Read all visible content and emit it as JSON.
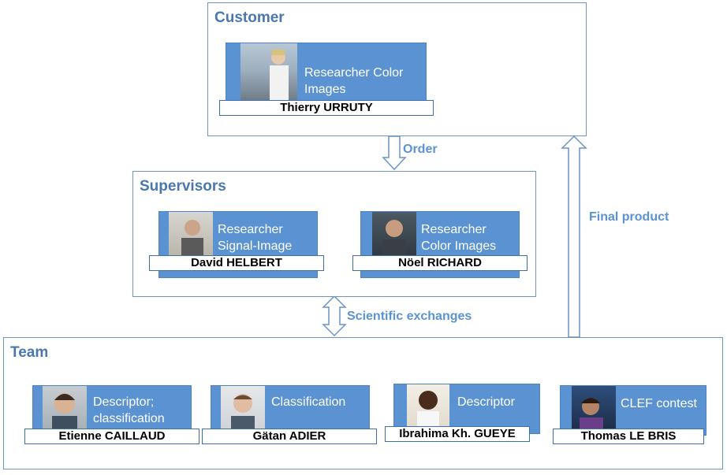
{
  "groups": {
    "customer": {
      "title": "Customer",
      "member": {
        "role_line1": "Researcher Color",
        "role_line2": "Images",
        "name": "Thierry URRUTY"
      }
    },
    "supervisors": {
      "title": "Supervisors",
      "members": [
        {
          "role_line1": "Researcher",
          "role_line2": "Signal-Image",
          "name": "David HELBERT"
        },
        {
          "role_line1": "Researcher",
          "role_line2": "Color Images",
          "name": "Nöel RICHARD"
        }
      ]
    },
    "team": {
      "title": "Team",
      "members": [
        {
          "role_line1": "Descriptor;",
          "role_line2": "classification",
          "name": "Etienne CAILLAUD"
        },
        {
          "role_line1": "",
          "role_line2": "Classification",
          "name": "Gätan ADIER"
        },
        {
          "role_line1": "",
          "role_line2": "Descriptor",
          "name": "Ibrahima Kh. GUEYE"
        },
        {
          "role_line1": "",
          "role_line2": "CLEF contest",
          "name": "Thomas LE BRIS"
        }
      ]
    }
  },
  "edges": {
    "order": "Order",
    "scientific_exchanges": "Scientific exchanges",
    "final_product": "Final product"
  },
  "colors": {
    "border": "#6d94c4",
    "card": "#5b93d2",
    "title": "#4a77ad"
  }
}
